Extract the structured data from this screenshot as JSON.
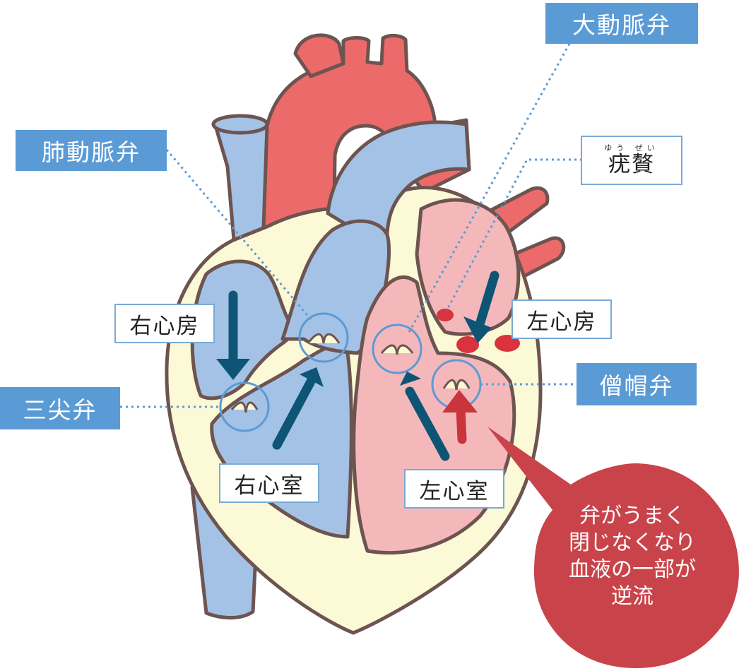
{
  "labels": {
    "aortic_valve": "大動脈弁",
    "pulmonary_valve": "肺動脈弁",
    "wart_ruby": "ゆう ぜい",
    "wart": "疣贅",
    "right_atrium": "右心房",
    "left_atrium": "左心房",
    "tricuspid_valve": "三尖弁",
    "mitral_valve": "僧帽弁",
    "right_ventricle": "右心室",
    "left_ventricle": "左心室"
  },
  "callout": {
    "lines": [
      "弁がうまく",
      "閉じなくなり",
      "血液の一部が",
      "逆流"
    ]
  },
  "colors": {
    "deoxygenated": "#a3c2e6",
    "oxygenated_vessel": "#ec6a6a",
    "left_chamber": "#f4b8bb",
    "wall": "#fcf9d6",
    "outline": "#6d5450",
    "flow_arrow": "#0e5575",
    "regurgitation_arrow": "#c8353c",
    "callout": "#c8444a",
    "label_blue": "#5b9bd5",
    "valve_ring": "#5b9bd5"
  }
}
